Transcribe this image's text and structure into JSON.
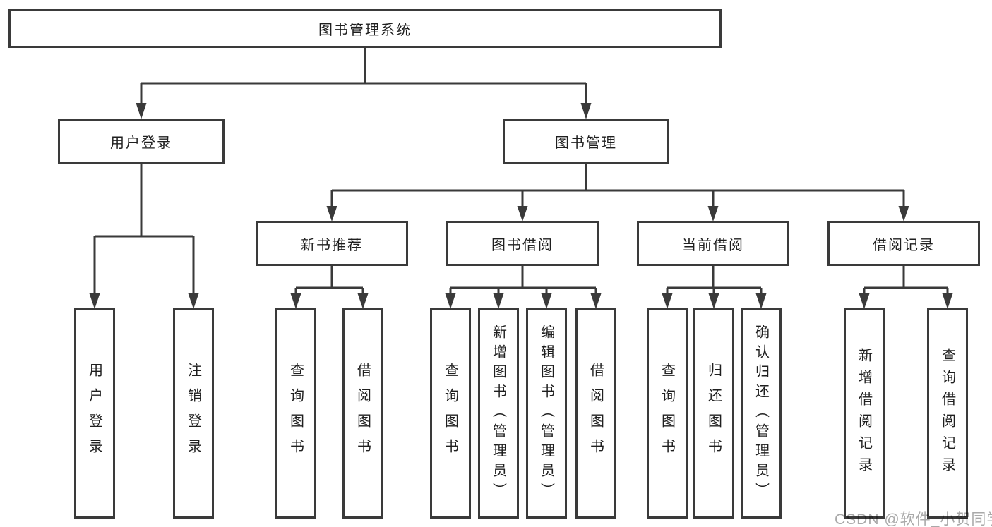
{
  "diagram": {
    "title": "图书管理系统",
    "root": {
      "label": "图书管理系统"
    },
    "level2": [
      {
        "label": "用户登录"
      },
      {
        "label": "图书管理"
      }
    ],
    "level3": [
      {
        "label": "新书推荐"
      },
      {
        "label": "图书借阅"
      },
      {
        "label": "当前借阅"
      },
      {
        "label": "借阅记录"
      }
    ],
    "leaves": {
      "user_login": [
        "用户登录",
        "注销登录"
      ],
      "new_book": [
        "查询图书",
        "借阅图书"
      ],
      "book_borrow": [
        "查询图书",
        "新增图书（管理员）",
        "编辑图书（管理员）",
        "借阅图书"
      ],
      "current_borrow": [
        "查询图书",
        "归还图书",
        "确认归还（管理员）"
      ],
      "borrow_records": [
        "新增借阅记录",
        "查询借阅记录"
      ]
    }
  },
  "watermark": {
    "text": "CSDN @软件_小贺同学"
  },
  "colors": {
    "line": "#3a3a3a",
    "text": "#1f1f1f",
    "watermark": "#a9a9a9",
    "background": "#ffffff"
  }
}
